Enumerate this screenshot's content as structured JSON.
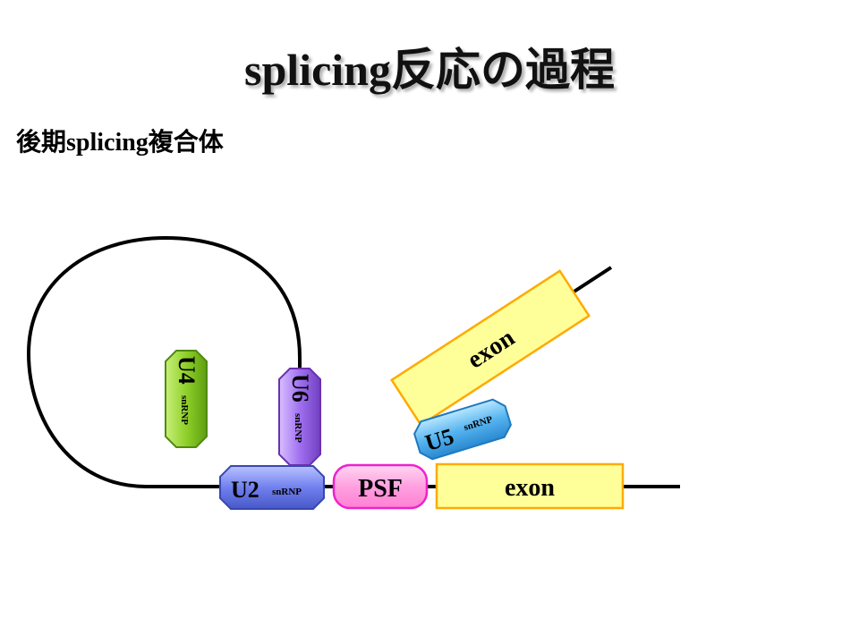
{
  "title": "splicing反応の過程",
  "subtitle": "後期splicing複合体",
  "components": {
    "u4": {
      "name": "U4",
      "sub": "snRNP"
    },
    "u6": {
      "name": "U6",
      "sub": "snRNP"
    },
    "u2": {
      "name": "U2",
      "sub": "snRNP"
    },
    "u5": {
      "name": "U5",
      "sub": "snRNP"
    },
    "psf": {
      "name": "PSF"
    },
    "exon_upper": {
      "name": "exon"
    },
    "exon_lower": {
      "name": "exon"
    }
  },
  "colors": {
    "u4": "#88cc22",
    "u6": "#9966ee",
    "u2": "#6677ee",
    "u5": "#44aaee",
    "psf": "#ff99dd",
    "exon_fill": "#ffff99",
    "exon_border": "#ffaa00"
  }
}
